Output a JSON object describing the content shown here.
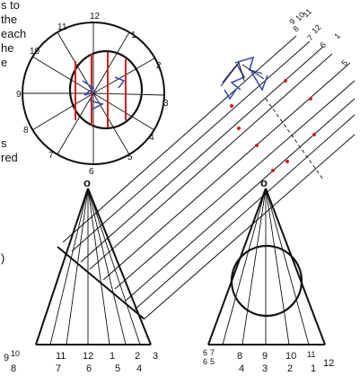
{
  "side_text": {
    "top_lines": [
      "s to",
      "the",
      "each",
      "he",
      "e"
    ],
    "mid_lines": [
      "s",
      "red"
    ],
    "low_line": ")"
  },
  "circle_view": {
    "clock_labels": [
      "12",
      "11",
      "10",
      "9",
      "8",
      "7",
      "6",
      "5",
      "4",
      "3",
      "2",
      "1"
    ]
  },
  "cone_left": {
    "apex_label": "o",
    "base_top": [
      "9",
      "11",
      "12",
      "1",
      "2",
      "3"
    ],
    "base_top_sup": "10",
    "base_bottom": [
      "8",
      "7",
      "6",
      "5",
      "4"
    ]
  },
  "cone_right": {
    "apex_label": "o",
    "base_top": [
      "7",
      "8",
      "9",
      "10",
      "11"
    ],
    "base_top_sup": "6",
    "base_bottom": [
      "6",
      "5",
      "4",
      "3",
      "2",
      "1"
    ],
    "right_end": "12"
  },
  "ray_labels": [
    "9",
    "10",
    "11",
    "8",
    "12",
    "7",
    "1",
    "6",
    "5"
  ],
  "colors": {
    "ink": "#111111",
    "red": "#d81e1e",
    "blue": "#3a4fb0"
  }
}
